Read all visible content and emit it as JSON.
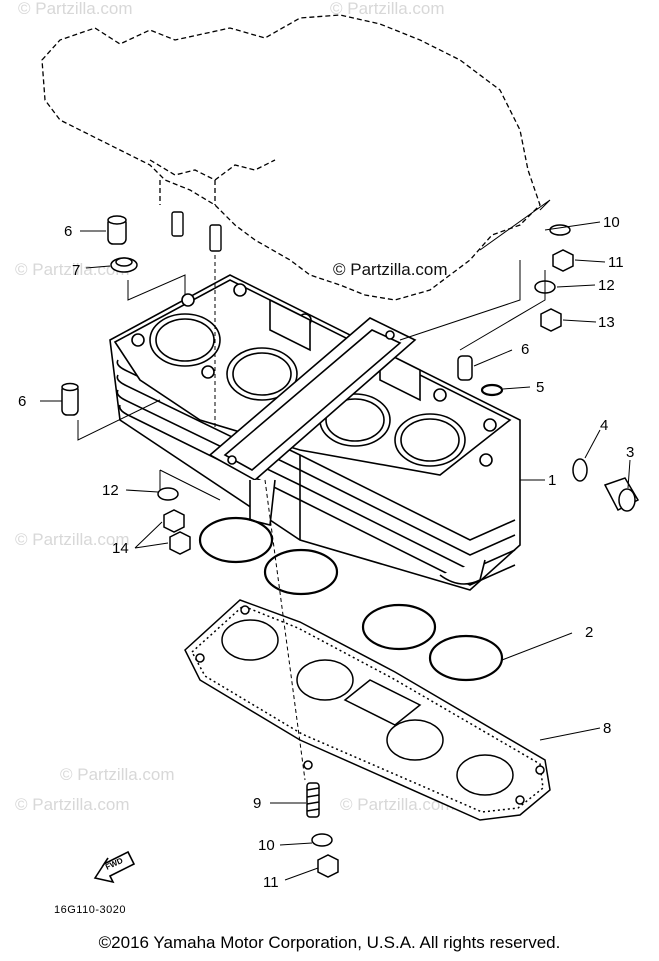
{
  "watermarks": {
    "main": "© Partzilla.com",
    "faint": "© Partzilla.com"
  },
  "callouts": [
    "1",
    "2",
    "3",
    "4",
    "5",
    "6",
    "7",
    "8",
    "9",
    "10",
    "11",
    "12",
    "13",
    "14"
  ],
  "labels": {
    "l1": "1",
    "l2": "2",
    "l3": "3",
    "l4": "4",
    "l5": "5",
    "l6a": "6",
    "l6b": "6",
    "l6c": "6",
    "l7": "7",
    "l8": "8",
    "l9": "9",
    "l10a": "10",
    "l10b": "10",
    "l11a": "11",
    "l11b": "11",
    "l12a": "12",
    "l12b": "12",
    "l13": "13",
    "l14": "14"
  },
  "fwd_label": "FWD",
  "part_number": "16G110-3020",
  "copyright": "©2016 Yamaha Motor Corporation, U.S.A. All rights reserved."
}
